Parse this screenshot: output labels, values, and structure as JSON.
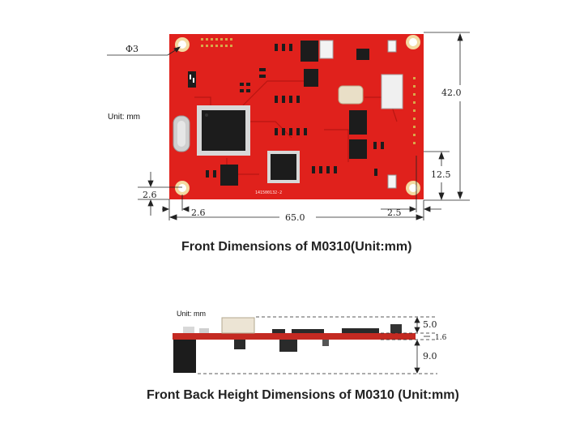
{
  "front": {
    "unit_label": "Unit: mm",
    "hole_label": "Φ3",
    "dims": {
      "height": "42.0",
      "width": "65.0",
      "hole_x": "2.6",
      "hole_y": "2.6",
      "right_offset": "2.5",
      "right_height": "12.5"
    },
    "board_silk": "141500132-2",
    "caption": "Front Dimensions of M0310(Unit:mm)"
  },
  "side": {
    "unit_label": "Unit: mm",
    "dims": {
      "top": "5.0",
      "board": "1.6",
      "bottom": "9.0"
    },
    "caption": "Front Back Height Dimensions of M0310 (Unit:mm)"
  },
  "colors": {
    "pcb": "#e0211c",
    "pcb_dark": "#b81612",
    "ic": "#1c1c1c",
    "pad": "#d8d8d8"
  }
}
